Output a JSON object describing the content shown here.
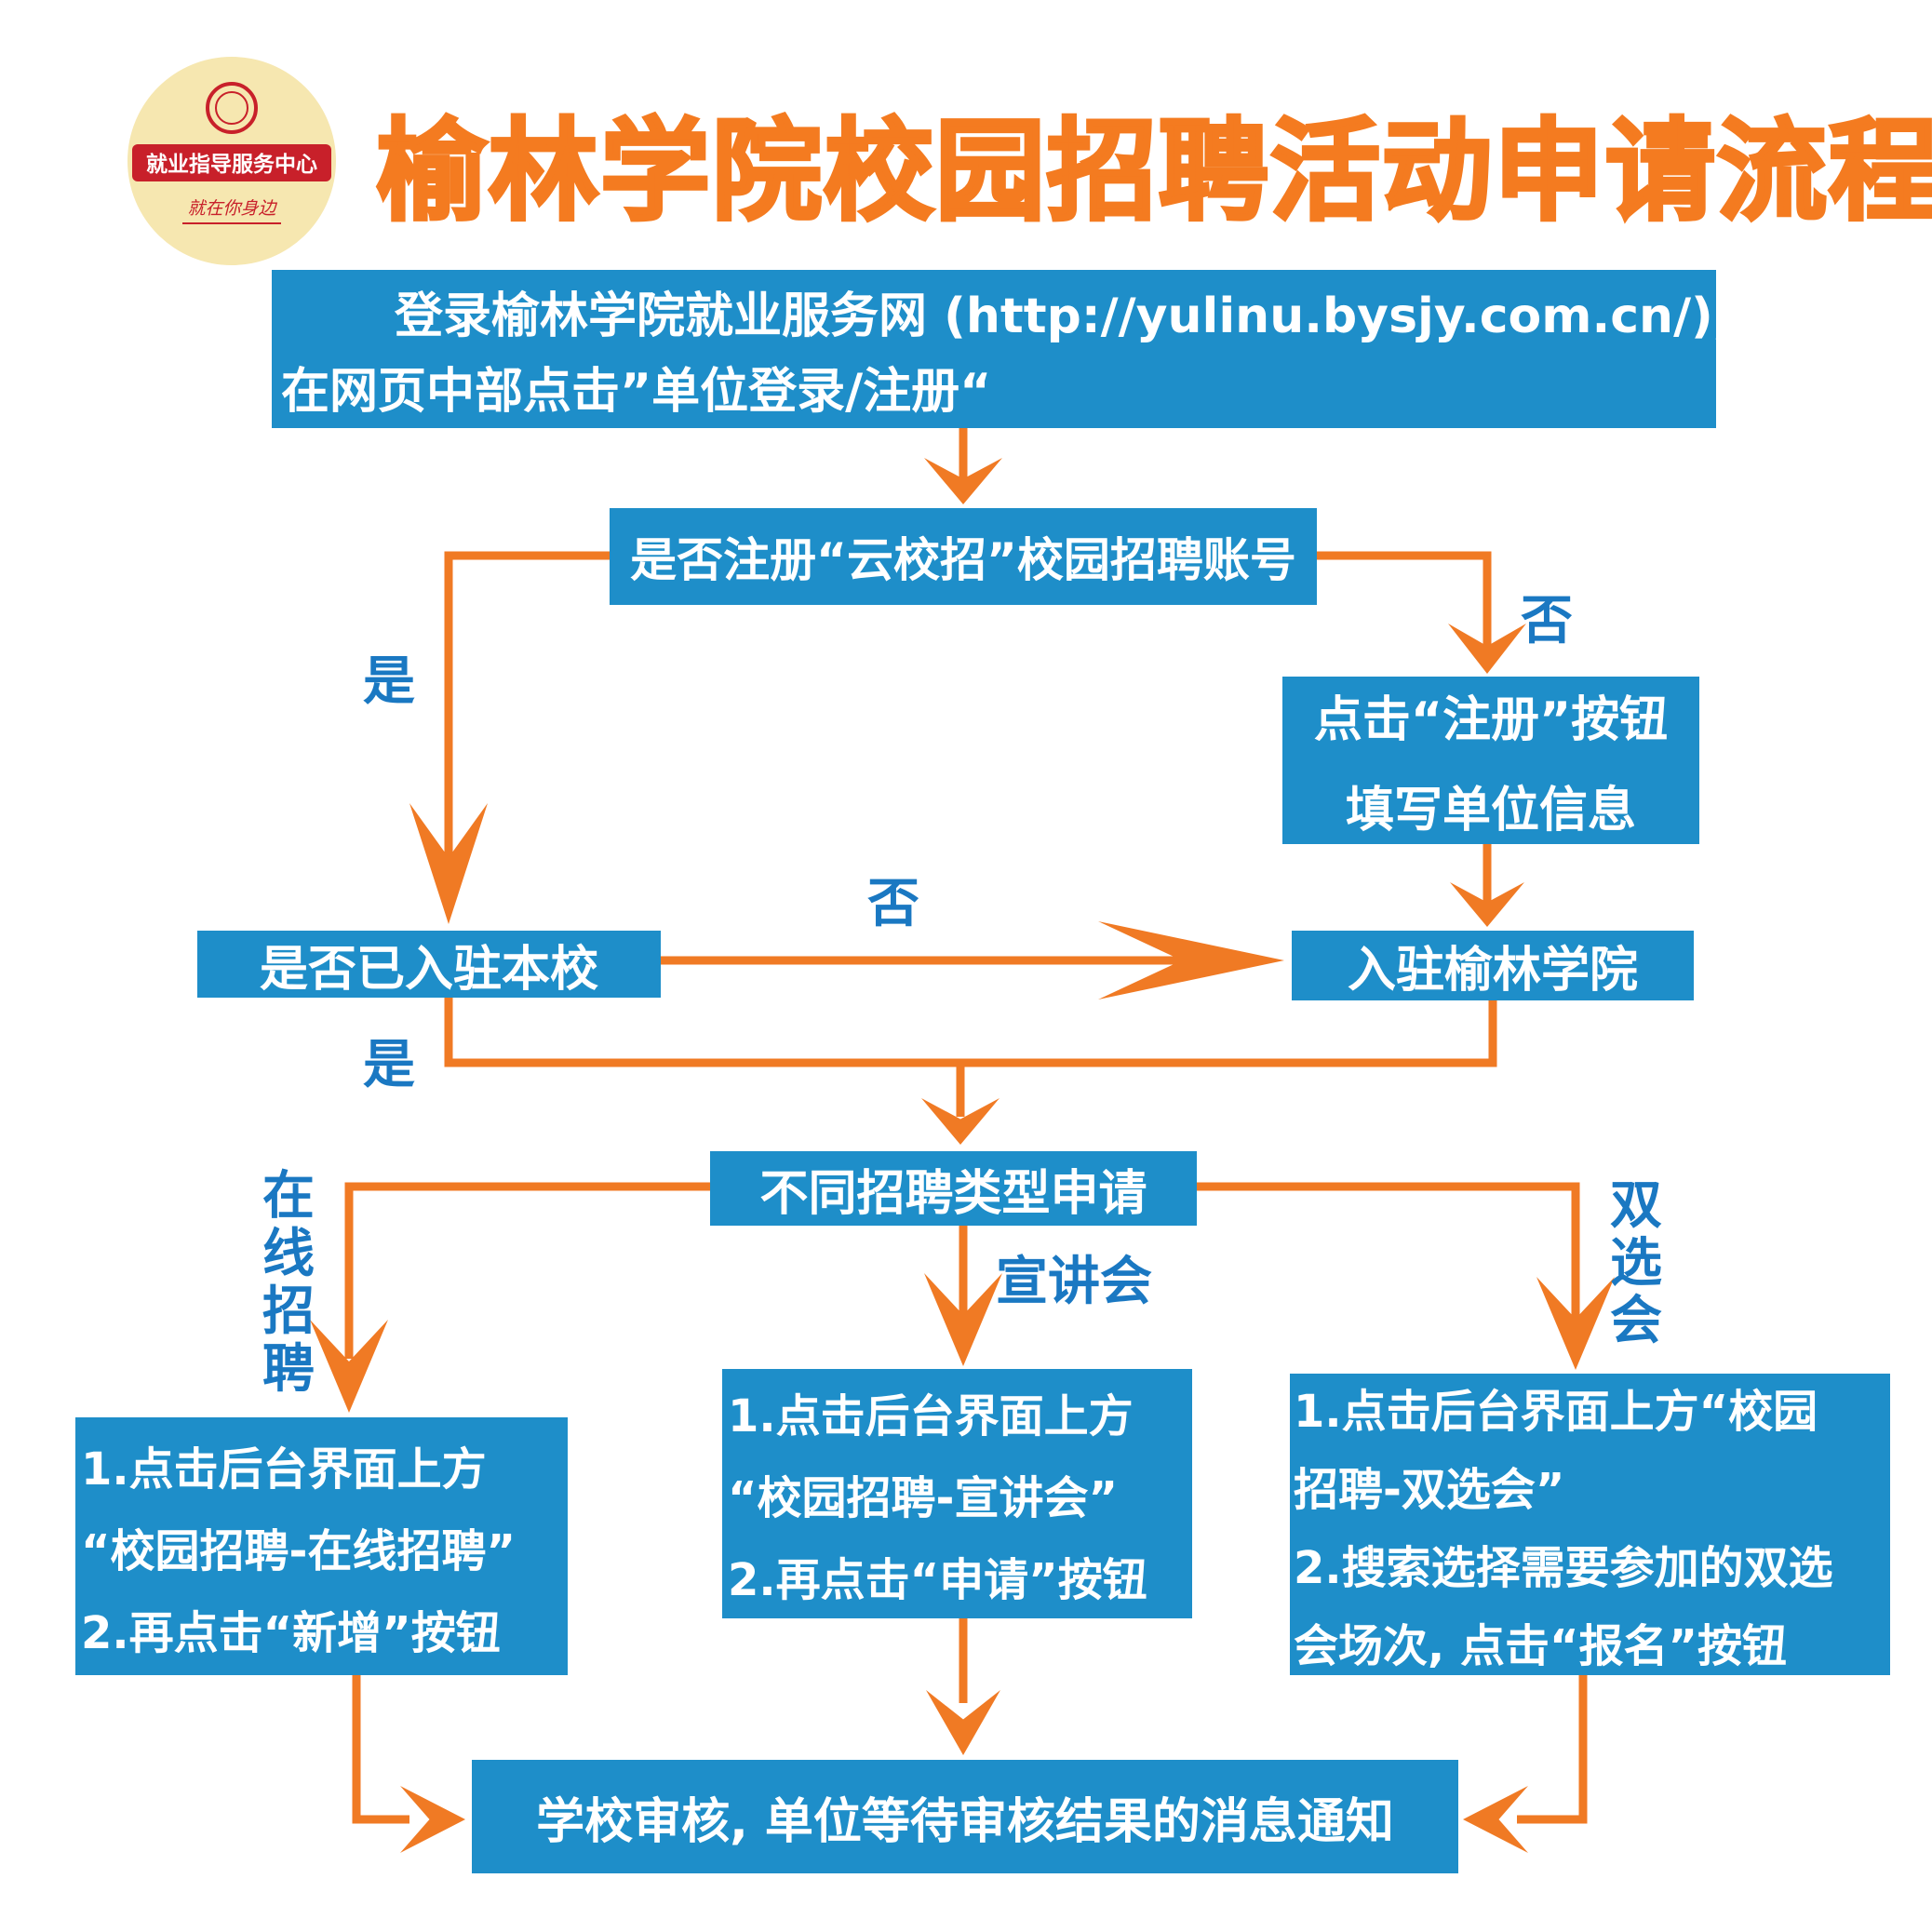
{
  "header": {
    "title": "榆林学院校园招聘活动申请流程",
    "logo": {
      "name": "就业指导服务中心",
      "slogan": "就在你身边"
    }
  },
  "nodes": {
    "login": {
      "line1": "登录榆林学院就业服务网 (http://yulinu.bysjy.com.cn/),",
      "line2": "在网页中部点击”单位登录/注册“"
    },
    "registered_check": {
      "text": "是否注册“云校招”校园招聘账号"
    },
    "register": {
      "line1": "点击“注册”按钮",
      "line2": "填写单位信息"
    },
    "settled_check": {
      "text": "是否已入驻本校"
    },
    "settle": {
      "text": "入驻榆林学院"
    },
    "types": {
      "text": "不同招聘类型申请"
    },
    "online_steps": {
      "line1": "1.点击后台界面上方",
      "line2": "“校园招聘-在线招聘”",
      "line3": "2.再点击“新增”按钮"
    },
    "seminar_steps": {
      "line1": "1.点击后台界面上方",
      "line2": "“校园招聘-宣讲会”",
      "line3": "2.再点击“申请”按钮"
    },
    "fair_steps": {
      "line1": "1.点击后台界面上方“校园",
      "line2": "招聘-双选会”",
      "line3": "2.搜索选择需要参加的双选",
      "line4": "会场次, 点击“报名”按钮"
    },
    "review": {
      "text": "学校审核, 单位等待审核结果的消息通知"
    }
  },
  "labels": {
    "yes_register": "是",
    "no_register": "否",
    "no_settled": "否",
    "yes_settled": "是",
    "online": [
      "在",
      "线",
      "招",
      "聘"
    ],
    "seminar": "宣讲会",
    "fair": [
      "双",
      "选",
      "会"
    ]
  },
  "colors": {
    "title": "#f47b20",
    "box": "#1e8ec9",
    "box_text": "#ffffff",
    "connector": "#f07a24",
    "label": "#1a78c2",
    "logo_fill": "#f6e7b0",
    "logo_banner": "#c8202a"
  }
}
